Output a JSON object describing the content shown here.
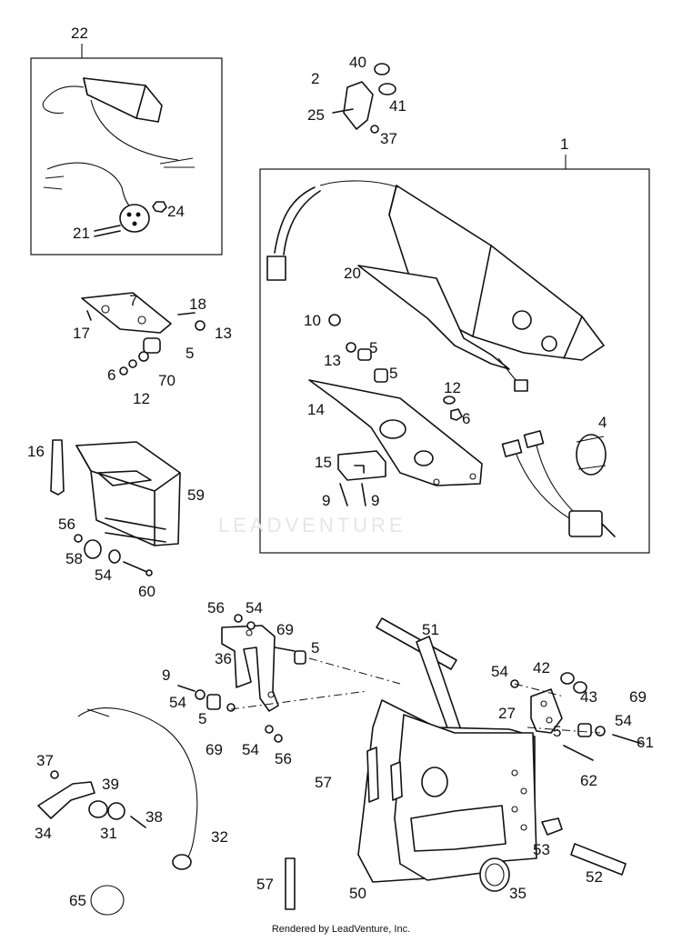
{
  "callouts": [
    "22",
    "2",
    "40",
    "41",
    "25",
    "37",
    "1",
    "24",
    "21",
    "20",
    "7",
    "18",
    "17",
    "13",
    "5",
    "6",
    "12",
    "70",
    "10",
    "13",
    "5",
    "5",
    "12",
    "6",
    "14",
    "4",
    "16",
    "15",
    "59",
    "9",
    "9",
    "56",
    "58",
    "54",
    "60",
    "56",
    "54",
    "51",
    "69",
    "5",
    "36",
    "42",
    "54",
    "43",
    "69",
    "9",
    "54",
    "27",
    "5",
    "5",
    "54",
    "69",
    "54",
    "56",
    "61",
    "37",
    "39",
    "57",
    "62",
    "34",
    "31",
    "38",
    "32",
    "53",
    "65",
    "57",
    "50",
    "35",
    "52"
  ],
  "watermark": "LEADVENTURE",
  "footer": "Rendered by LeadVenture, Inc."
}
